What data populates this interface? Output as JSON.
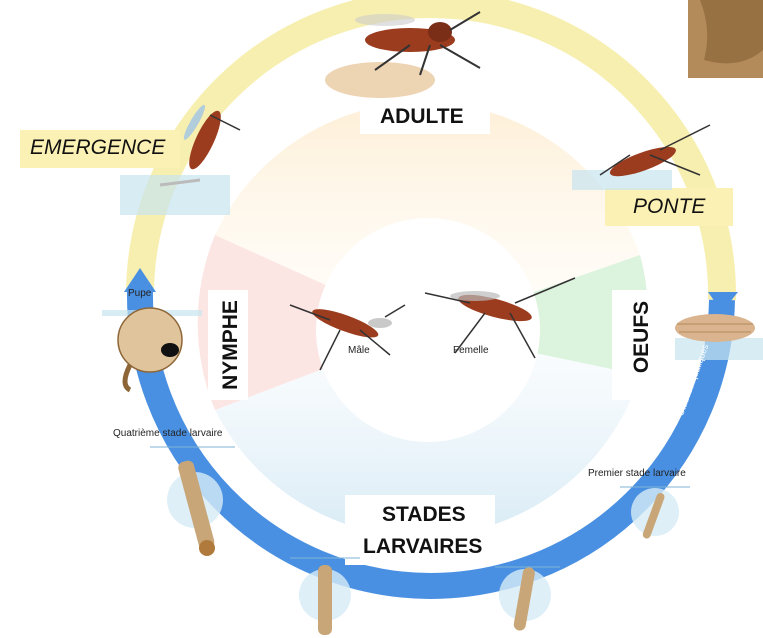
{
  "stages": {
    "adult": "ADULTE",
    "emergence": "EMERGENCE",
    "ponte": "PONTE",
    "oeufs": "OEUFS",
    "nymphe": "NYMPHE",
    "larval_line1": "STADES",
    "larval_line2": "LARVAIRES"
  },
  "labels": {
    "pupe": "Pupe",
    "fourth_larva": "Quatrième stade larvaire",
    "first_larva": "Premier stade larvaire",
    "male": "Mâle",
    "female": "Femelle",
    "aquatic": "Stades Aquatiques"
  },
  "colors": {
    "aerial_ring": "#f7efb0",
    "aquatic_ring": "#4a90e2",
    "label_box": "#fcf1b5",
    "insect": "#9c3c1f",
    "larva": "#c8a678"
  }
}
